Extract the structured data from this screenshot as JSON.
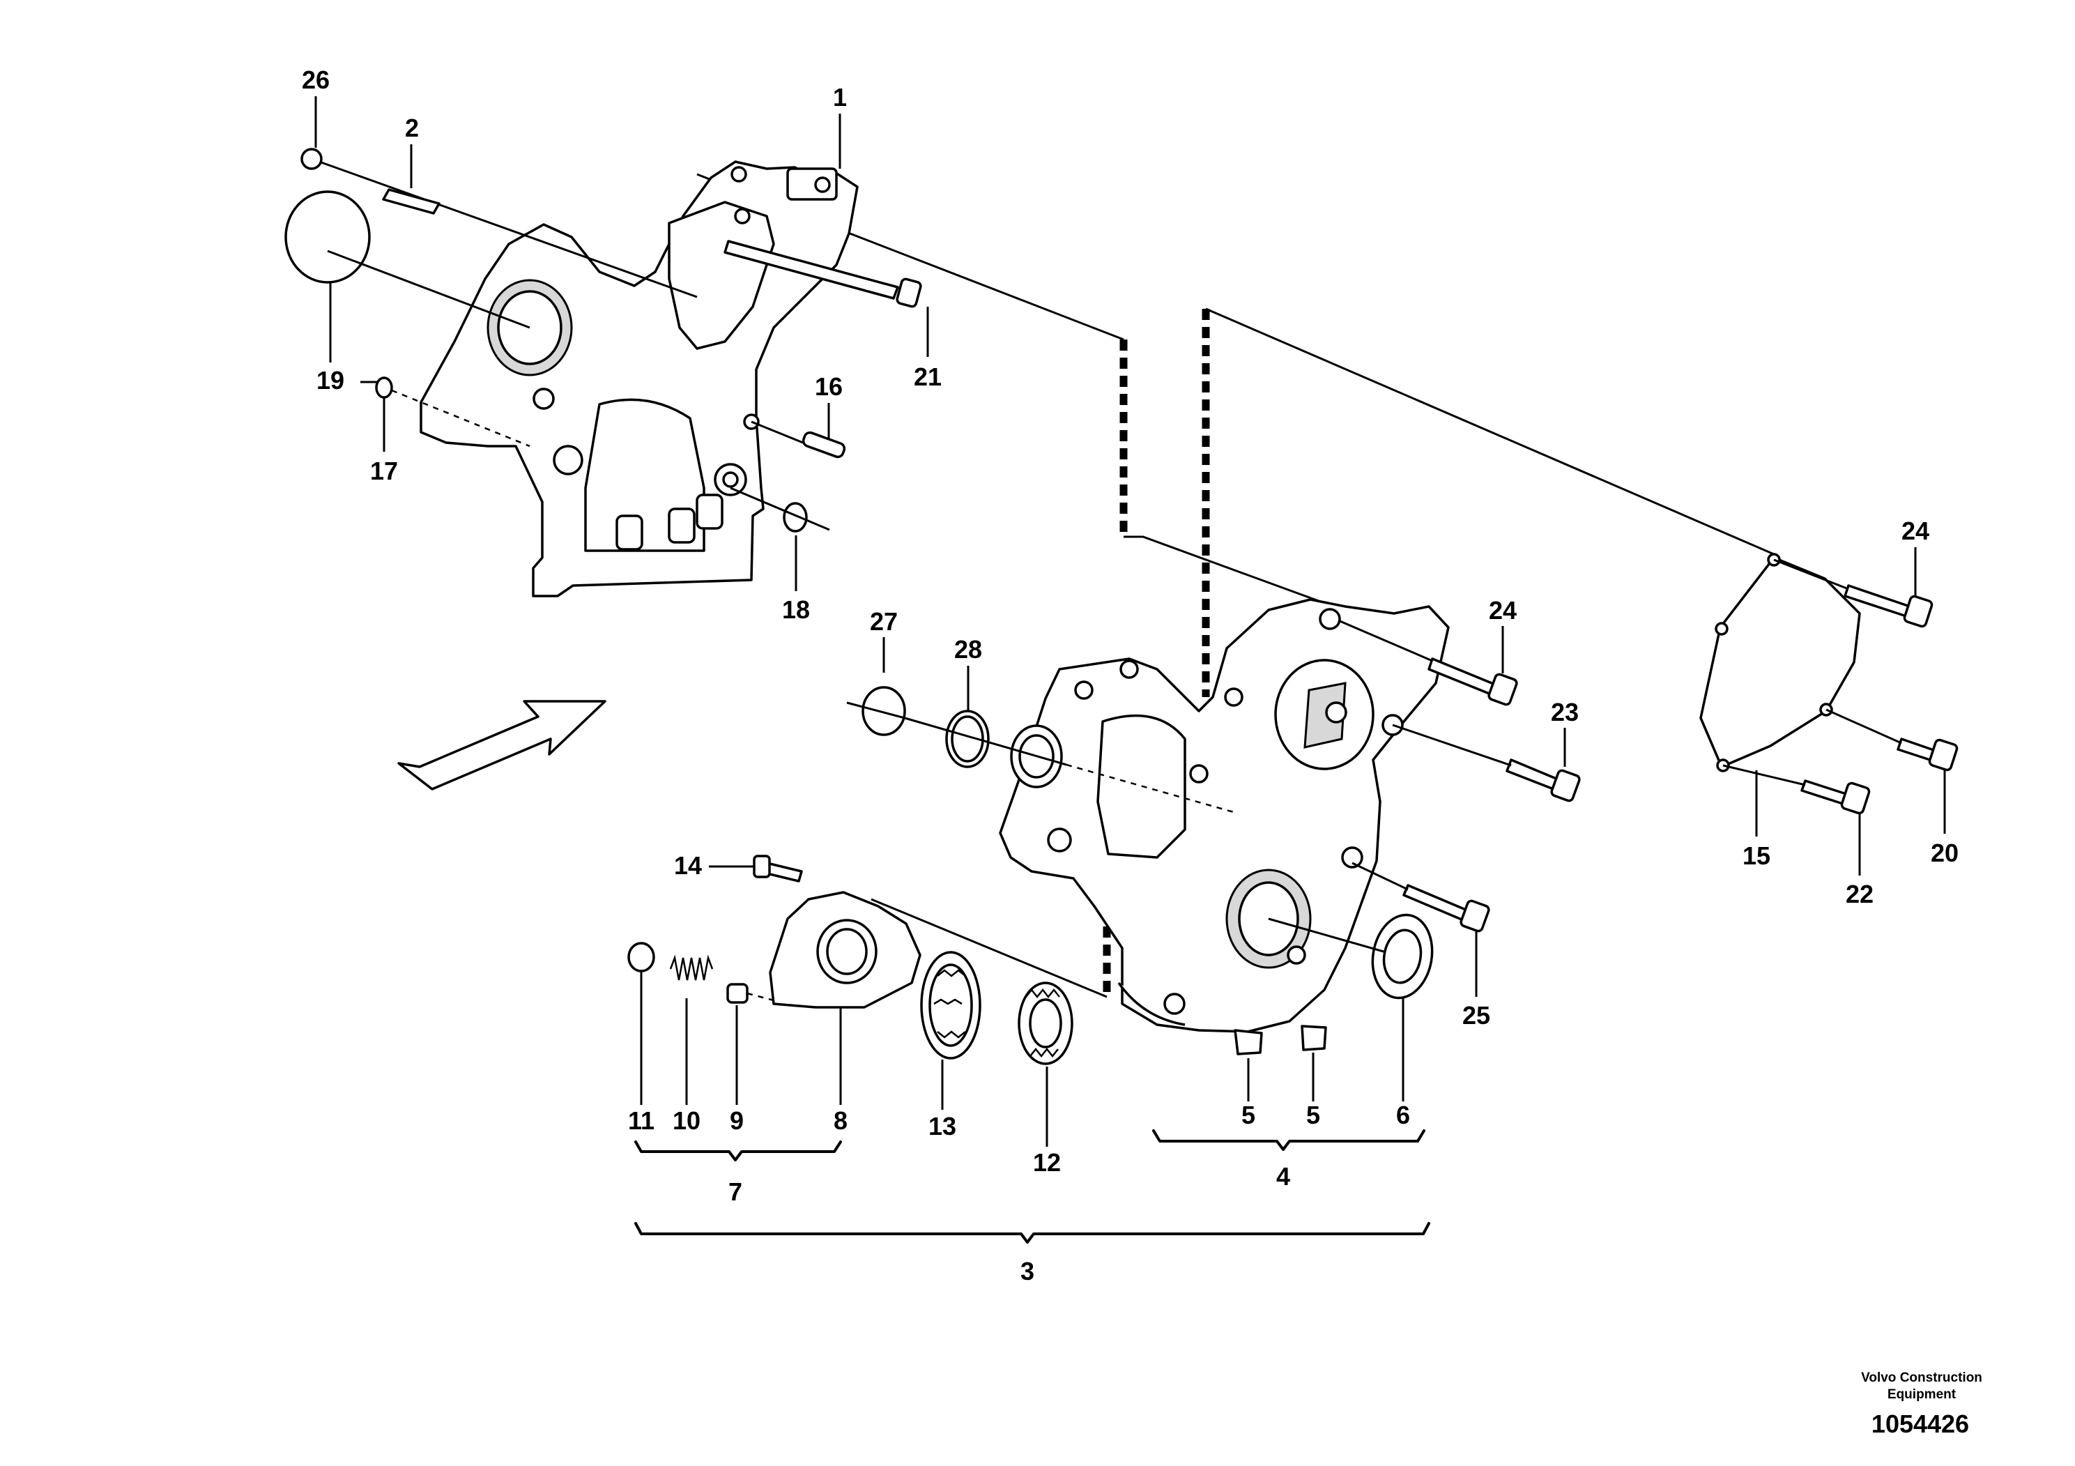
{
  "diagram": {
    "callouts": {
      "c1": "1",
      "c2": "2",
      "c3": "3",
      "c4": "4",
      "c5a": "5",
      "c5b": "5",
      "c6": "6",
      "c7": "7",
      "c8": "8",
      "c9": "9",
      "c10": "10",
      "c11": "11",
      "c12": "12",
      "c13": "13",
      "c14": "14",
      "c15": "15",
      "c16": "16",
      "c17": "17",
      "c18": "18",
      "c19": "19",
      "c20": "20",
      "c21": "21",
      "c22": "22",
      "c23": "23",
      "c24a": "24",
      "c24b": "24",
      "c25": "25",
      "c26": "26",
      "c27": "27",
      "c28": "28"
    }
  },
  "footer": {
    "publisher": "Volvo Construction Equipment",
    "diagram_number": "1054426"
  }
}
